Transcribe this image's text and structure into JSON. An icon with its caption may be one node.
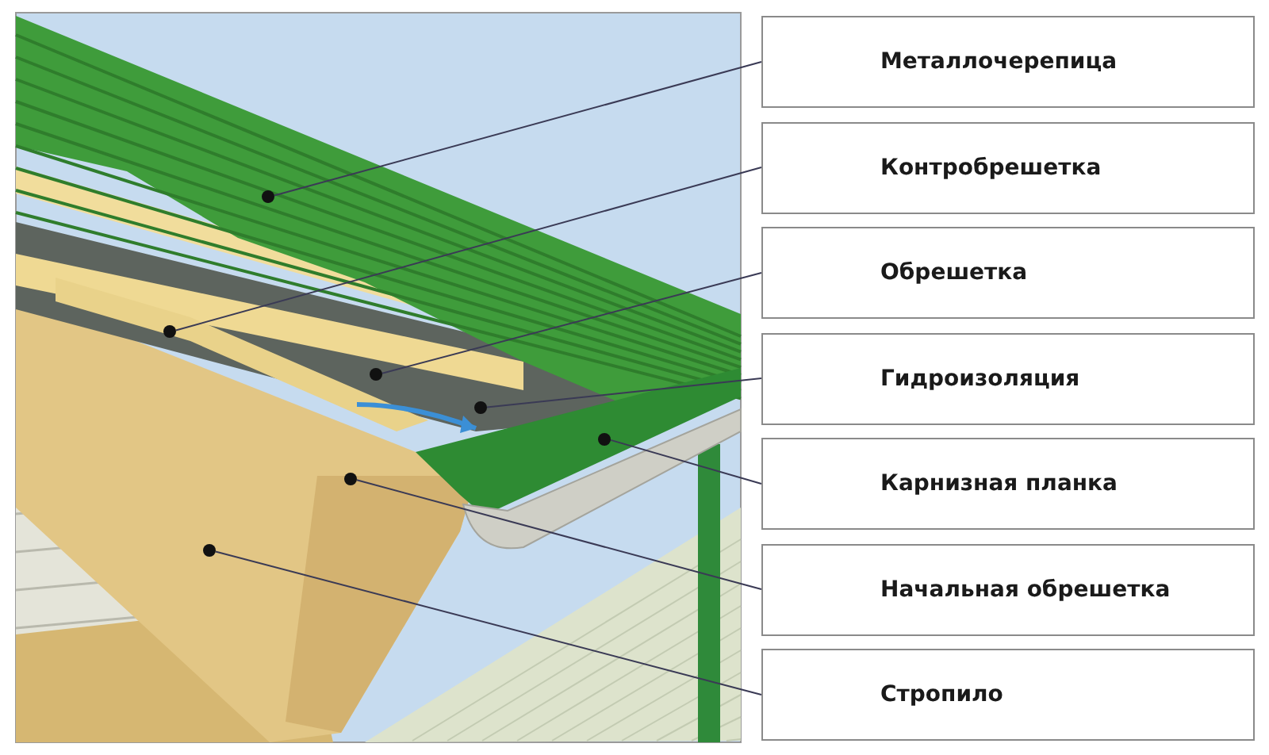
{
  "diagram": {
    "nodes": [
      {
        "text": [
          "Металлочерепица"
        ]
      },
      {
        "text": [
          "Контробрешетка"
        ]
      },
      {
        "text": [
          "Обрешетка"
        ]
      },
      {
        "text": [
          "Гидроизоляция"
        ]
      },
      {
        "text": [
          "Карнизная планка"
        ]
      },
      {
        "text": [
          "Начальная обрешетка"
        ]
      },
      {
        "text": [
          "Стропило"
        ]
      },
      {
        "text": [],
        "shape": "circle"
      },
      {
        "text": [],
        "shape": "circle"
      },
      {
        "text": [],
        "shape": "circle"
      },
      {
        "text": [],
        "shape": "circle"
      },
      {
        "text": [],
        "shape": "circle"
      },
      {
        "text": [],
        "shape": "circle"
      },
      {
        "text": [],
        "shape": "circle"
      }
    ],
    "edges": [
      {
        "from": 0,
        "to": 7,
        "arrow": "none"
      },
      {
        "from": 1,
        "to": 8,
        "arrow": "none"
      },
      {
        "from": 2,
        "to": 9,
        "arrow": "none"
      },
      {
        "from": 3,
        "to": 10,
        "arrow": "none"
      },
      {
        "from": 4,
        "to": 11,
        "arrow": "none"
      },
      {
        "from": 5,
        "to": 12,
        "arrow": "none"
      },
      {
        "from": 6,
        "to": 13,
        "arrow": "none"
      }
    ]
  }
}
